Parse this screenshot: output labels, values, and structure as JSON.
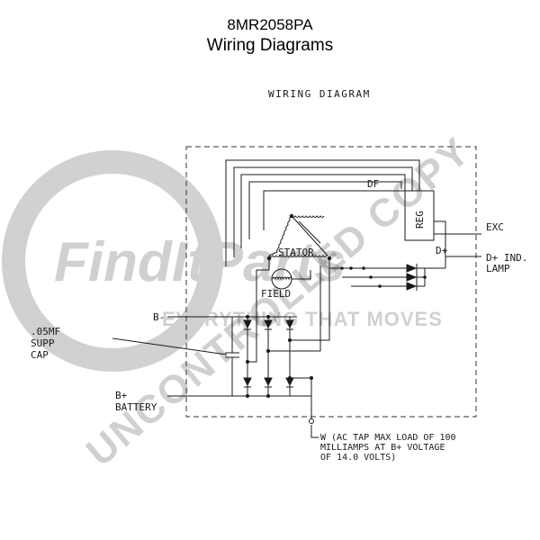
{
  "header": {
    "part_number": "8MR2058PA",
    "subtitle": "Wiring Diagrams"
  },
  "diagram": {
    "heading": "WIRING DIAGRAM",
    "labels": {
      "df": "DF",
      "reg": "REG",
      "exc": "EXC",
      "d_plus": "D+",
      "d_plus_ind_line1": "D+ IND.",
      "d_plus_ind_line2": "LAMP",
      "stator": "STATOR",
      "field": "FIELD",
      "b_minus": "B-",
      "cap_line1": ".05MF",
      "cap_line2": "SUPP",
      "cap_line3": "CAP",
      "b_plus_line1": "B+",
      "b_plus_line2": "BATTERY",
      "w_line1": "W (AC TAP MAX LOAD OF 100",
      "w_line2": "MILLIAMPS AT B+ VOLTAGE",
      "w_line3": "OF 14.0 VOLTS)"
    }
  },
  "watermark": {
    "logo_text": "FindItParts",
    "tagline": "EVERYTHING THAT MOVES",
    "stamp": "UNCONTROLLED COPY",
    "color": "#b0b0b0"
  },
  "colors": {
    "line": "#1a1a1a",
    "frame": "#333333",
    "watermark": "#c8c8c8"
  }
}
